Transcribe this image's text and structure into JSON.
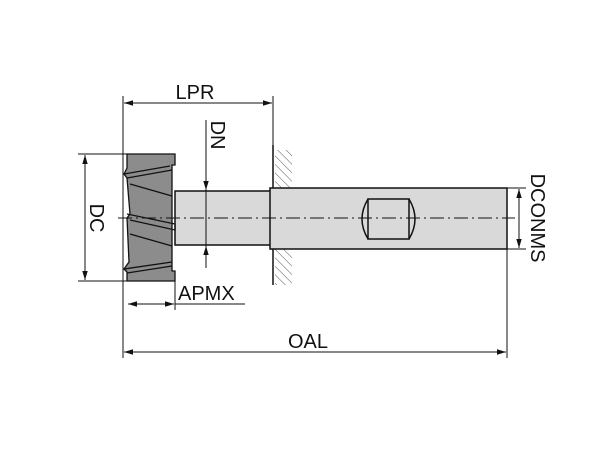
{
  "labels": {
    "lpr": "LPR",
    "dn": "DN",
    "dc": "DC",
    "apmx": "APMX",
    "oal": "OAL",
    "dconms": "DCONMS"
  },
  "colors": {
    "cutter_head": "#8c8c8c",
    "shank": "#d9d9d9",
    "line": "#111111"
  }
}
